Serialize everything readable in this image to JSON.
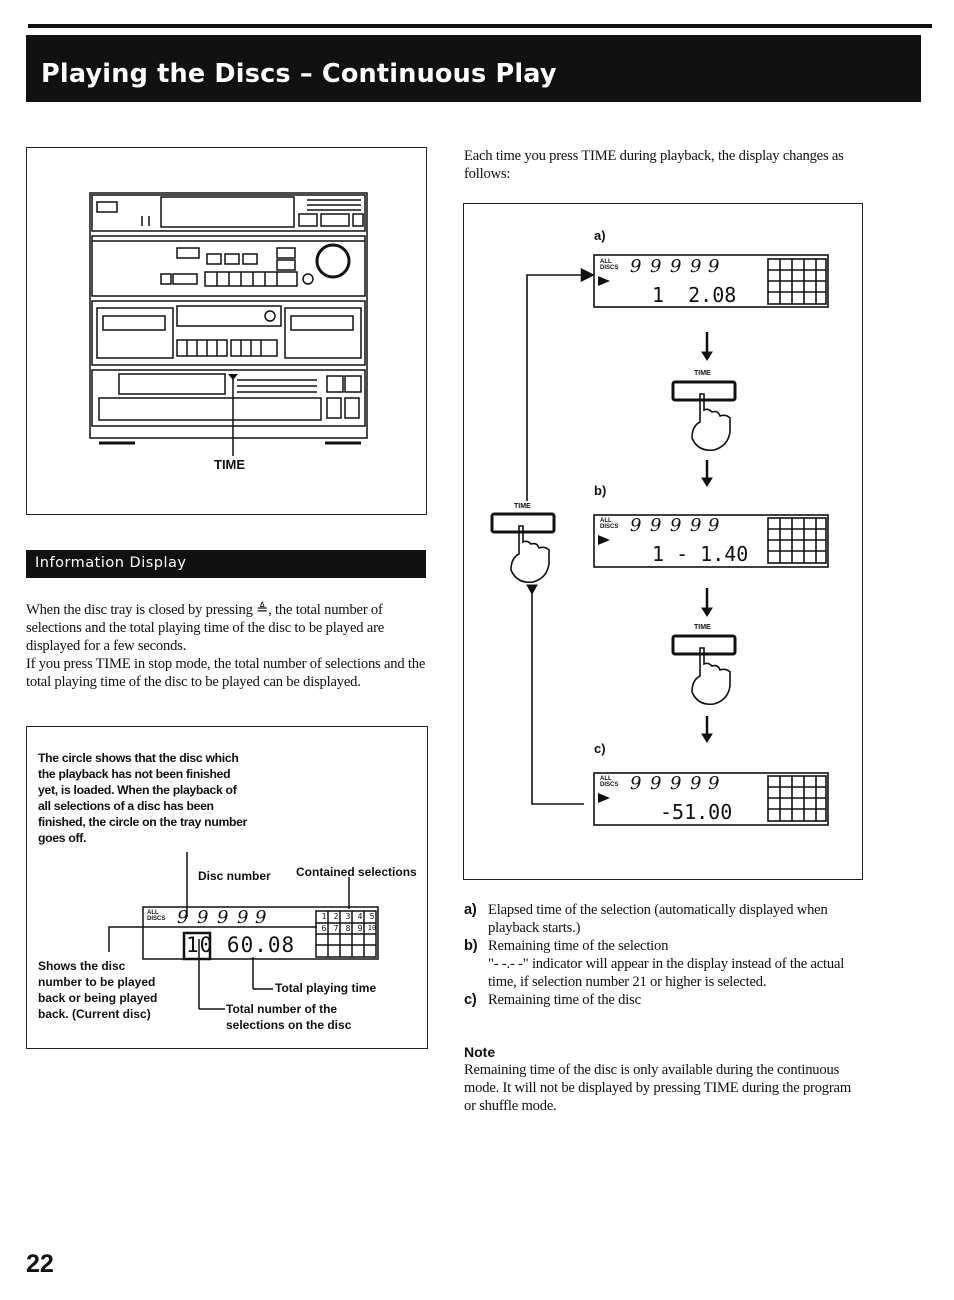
{
  "page": {
    "title": "Playing the Discs – Continuous Play",
    "page_number": "22"
  },
  "figure_stereo": {
    "time_label": "TIME"
  },
  "info_display": {
    "heading": "Information Display",
    "para1": "When the disc tray is closed by pressing ≜, the total number of selections and the total playing time of the disc to be played are displayed for a few seconds.",
    "para2": "If you press TIME in stop mode, the total number of selections and the total playing time of the disc to be played can be displayed."
  },
  "display_figure": {
    "circle_note": "The circle shows that the disc which the playback has not been finished yet, is loaded. When the playback of all selections of a disc has been finished, the circle on the tray number goes off.",
    "disc_number_label": "Disc number",
    "contained_selections_label": "Contained selections",
    "shows_disc_label": "Shows the disc number to be played back or being played back. (Current disc)",
    "total_playing_time_label": "Total playing time",
    "total_number_label": "Total number of the selections on the disc",
    "all_discs": "ALL DISCS",
    "lcd_value": "10 60.08",
    "grid_row1": [
      "1",
      "2",
      "3",
      "4",
      "5"
    ],
    "grid_row2": [
      "6",
      "7",
      "8",
      "9",
      "10"
    ]
  },
  "time_sequence": {
    "intro": "Each time you press TIME during playback, the display changes as follows:",
    "time_button_label": "TIME",
    "a_label": "a)",
    "b_label": "b)",
    "c_label": "c)",
    "a_display": "1  2.08",
    "b_display": "1 - 1.40",
    "c_display": "-51.00",
    "all_discs": "ALL DISCS"
  },
  "explanations": [
    {
      "tag": "a)",
      "text": "Elapsed time of the selection (automatically displayed when playback starts.)"
    },
    {
      "tag": "b)",
      "text": "Remaining time of the selection"
    },
    {
      "tag": "c)",
      "text": "Remaining time of the disc"
    }
  ],
  "b_extra": "\"- -.- -\" indicator will appear in the display instead of the actual time, if selection number 21 or higher is selected.",
  "note": {
    "heading": "Note",
    "text": "Remaining time of the disc is only available during the continuous mode. It will not be displayed by pressing TIME during the program or shuffle mode."
  }
}
